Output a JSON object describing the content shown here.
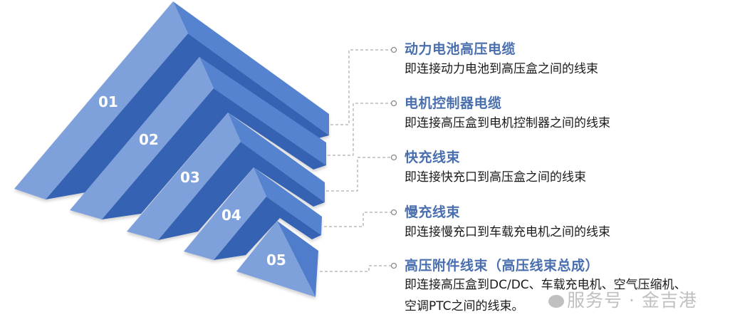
{
  "colors": {
    "face_light": "#7fa1db",
    "face_dark": "#3462b3",
    "face_top": "#5683cf",
    "title_text": "#4a6fae",
    "desc_text": "#1a1a1a",
    "connector": "#9a9a9a"
  },
  "pyramid": {
    "layers": [
      {
        "number": "01"
      },
      {
        "number": "02"
      },
      {
        "number": "03"
      },
      {
        "number": "04"
      },
      {
        "number": "05"
      }
    ]
  },
  "items": [
    {
      "title": "动力电池高压电缆",
      "description": "即连接动力电池到高压盒之间的线束"
    },
    {
      "title": "电机控制器电缆",
      "description": "即连接高压盒到电机控制器之间的线束"
    },
    {
      "title": "快充线束",
      "description": "即连接快充口到高压盒之间的线束"
    },
    {
      "title": "慢充线束",
      "description": "即连接慢充口到车载充电机之间的线束"
    },
    {
      "title": "高压附件线束（高压线束总成）",
      "description": "即连接高压盒到DC/DC、车载充电机、空气压缩机、空调PTC之间的线束。"
    }
  ],
  "watermark": {
    "text": "服务号 · 金吉港"
  }
}
